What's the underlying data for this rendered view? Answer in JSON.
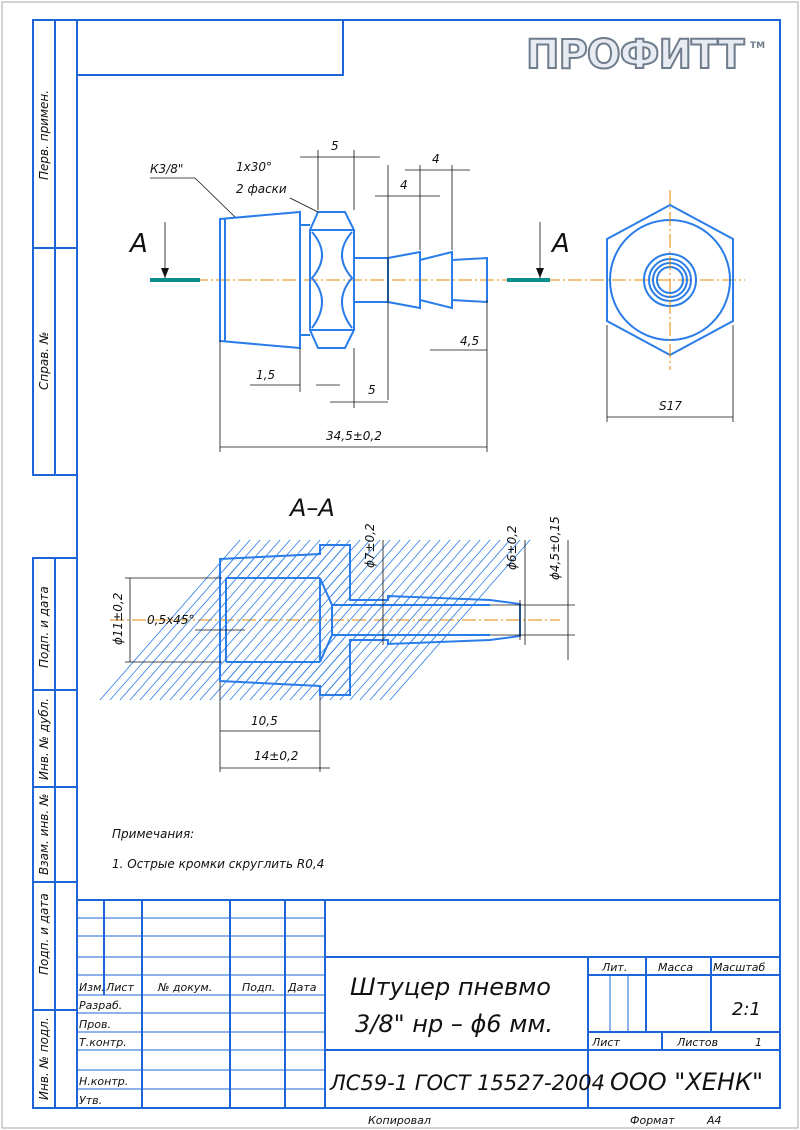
{
  "logo": {
    "text": "ПРОФИТТ",
    "tm": "TM"
  },
  "side_labels": {
    "perv_primen": "Перв. примен.",
    "sprav_no": "Справ. №",
    "podp_data_1": "Подп. и дата",
    "inv_dubl": "Инв. № дубл.",
    "vzam_inv": "Взам. инв. №",
    "podp_data_2": "Подп. и дата",
    "inv_podl": "Инв. № подл."
  },
  "drawing": {
    "thread_label": "К3/8\"",
    "chamfer_label": "1x30°",
    "chamfer_count": "2 фаски",
    "section_mark": "A",
    "section_title": "А–А",
    "dims_top": {
      "d5_top": "5",
      "d4_a": "4",
      "d4_b": "4",
      "d4_5": "4,5",
      "d1_5": "1,5",
      "d5_bot": "5",
      "total": "34,5±0,2",
      "s17": "S17"
    },
    "dims_section": {
      "d7": "ϕ7±0,2",
      "d6": "ϕ6±0,2",
      "d4_5": "ϕ4,5±0,15",
      "d11": "ϕ11±0,2",
      "chamfer": "0,5x45°",
      "len10_5": "10,5",
      "len14": "14±0,2"
    }
  },
  "notes": {
    "title": "Примечания:",
    "item1": "1. Острые кромки скруглить R0,4"
  },
  "title_block": {
    "col_izm": "Изм.",
    "col_list": "Лист",
    "col_doc": "№ докум.",
    "col_podp": "Подп.",
    "col_data": "Дата",
    "razrab": "Разраб.",
    "prov": "Пров.",
    "tkontr": "Т.контр.",
    "nkontr": "Н.контр.",
    "utv": "Утв.",
    "name_line1": "Штуцер пневмо",
    "name_line2": "3/8\" нр – ϕ6 мм.",
    "lit": "Лит.",
    "massa": "Масса",
    "masshtab": "Масштаб",
    "scale_value": "2:1",
    "list": "Лист",
    "listov": "Листов",
    "listov_value": "1",
    "material": "ЛС59-1 ГОСТ 15527-2004",
    "company": "ООО \"ХЕНК\""
  },
  "footer": {
    "kopiroval": "Копировал",
    "format": "Формат",
    "format_value": "А4"
  }
}
